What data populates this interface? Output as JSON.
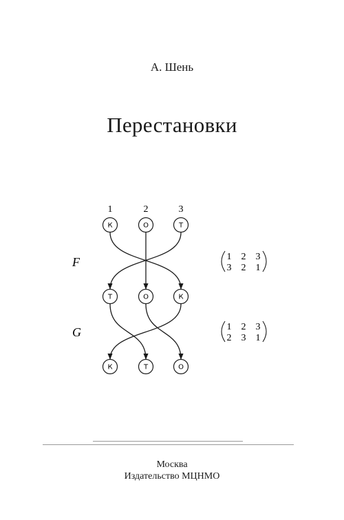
{
  "author": "А. Шень",
  "title": "Перестановки",
  "diagram": {
    "column_numbers": [
      "1",
      "2",
      "3"
    ],
    "rows": [
      [
        "К",
        "О",
        "Т"
      ],
      [
        "Т",
        "О",
        "К"
      ],
      [
        "К",
        "Т",
        "О"
      ]
    ],
    "F": {
      "label": "F",
      "matrix": [
        [
          "1",
          "2",
          "3"
        ],
        [
          "3",
          "2",
          "1"
        ]
      ]
    },
    "G": {
      "label": "G",
      "matrix": [
        [
          "1",
          "2",
          "3"
        ],
        [
          "2",
          "3",
          "1"
        ]
      ]
    }
  },
  "footer": {
    "city": "Москва",
    "publisher": "Издательство МЦНМО"
  }
}
